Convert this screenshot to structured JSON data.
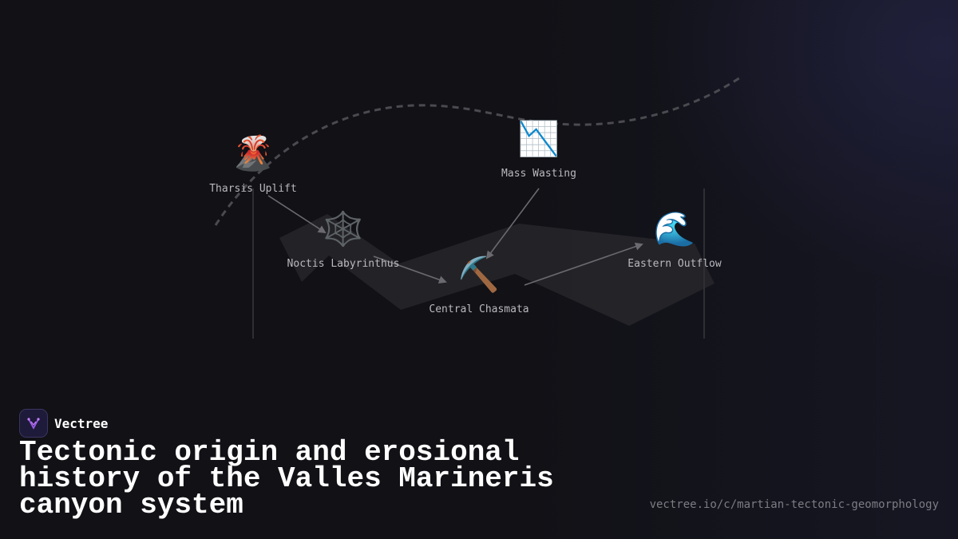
{
  "brand": {
    "name": "Vectree",
    "logo_icon": "vectree-logo-icon",
    "accent": "#9b5de5"
  },
  "title": "Tectonic origin and erosional history of the Valles Marineris canyon system",
  "url": "vectree.io/c/martian-tectonic-geomorphology",
  "nodes": [
    {
      "id": "tharsis",
      "label": "Tharsis Uplift",
      "icon": "🌋",
      "icon_name": "volcano-icon"
    },
    {
      "id": "noctis",
      "label": "Noctis Labyrinthus",
      "icon": "🕸️",
      "icon_name": "spider-web-icon"
    },
    {
      "id": "central",
      "label": "Central Chasmata",
      "icon": "⛏️",
      "icon_name": "pickaxe-icon"
    },
    {
      "id": "mass",
      "label": "Mass Wasting",
      "icon": "📉",
      "icon_name": "chart-decreasing-icon"
    },
    {
      "id": "eastern",
      "label": "Eastern Outflow",
      "icon": "🌊",
      "icon_name": "wave-icon"
    }
  ],
  "edges": [
    {
      "from": "tharsis",
      "to": "noctis"
    },
    {
      "from": "noctis",
      "to": "central"
    },
    {
      "from": "mass",
      "to": "central"
    },
    {
      "from": "central",
      "to": "eastern"
    }
  ],
  "colors": {
    "background": "#111116",
    "arrow": "#6a6a70",
    "band": "#2a2a2e",
    "dashed": "#4a4a50"
  }
}
